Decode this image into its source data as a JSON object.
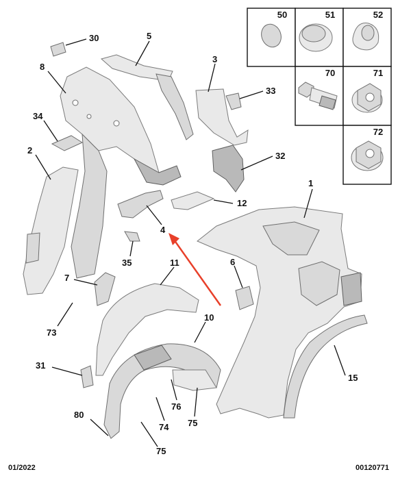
{
  "grid": {
    "c50": "50",
    "c51": "51",
    "c52": "52",
    "c70": "70",
    "c71": "71",
    "c72": "72"
  },
  "callouts": {
    "c30": "30",
    "c5": "5",
    "c8": "8",
    "c3": "3",
    "c33": "33",
    "c34": "34",
    "c2": "2",
    "c32": "32",
    "c1": "1",
    "c12": "12",
    "c4": "4",
    "c35": "35",
    "c6": "6",
    "c7": "7",
    "c11": "11",
    "c73": "73",
    "c10": "10",
    "c15": "15",
    "c31": "31",
    "c76": "76",
    "c74": "74",
    "c75a": "75",
    "c80": "80",
    "c75b": "75"
  },
  "footer": {
    "date": "01/2022",
    "ref": "00120771"
  },
  "colors": {
    "arrow": "#e8402a",
    "part_fill": "#d9d9d9",
    "outline": "#111111"
  }
}
